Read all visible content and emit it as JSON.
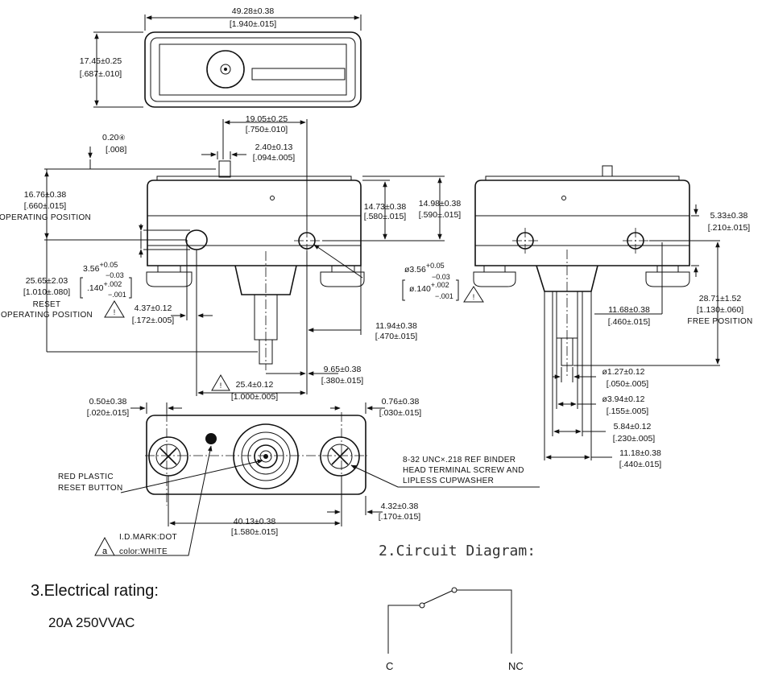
{
  "top_view": {
    "width_mm": "49.28±0.38",
    "width_in": "[1.940±.015]",
    "height_mm": "17.45±0.25",
    "height_in": "[.687±.010]"
  },
  "front_view": {
    "pin_spacing_mm": "19.05±0.25",
    "pin_spacing_in": "[.750±.010]",
    "plunger_mm": "2.40±0.13",
    "plunger_in": "[.094±.005]",
    "flat_mm": "0.20",
    "flat_symbol": "④",
    "flat_in": "[.008]",
    "op_pos_mm": "16.76±0.38",
    "op_pos_in": "[.660±.015]",
    "op_pos_label": "OPERATING POSITION",
    "body_h1_mm": "14.73±0.38",
    "body_h1_in": "[.580±.015]",
    "body_h2_mm": "14.98±0.38",
    "body_h2_in": "[.590±.015]",
    "hole_left_mm_base": "3.56",
    "hole_left_mm_tol_plus": "+0.05",
    "hole_left_mm_tol_minus": "−0.03",
    "hole_left_in_base": ".140",
    "hole_left_in_tol_plus": "+.002",
    "hole_left_in_tol_minus": "−.001",
    "reset_mm": "25.65±2.03",
    "reset_in": "[1.010±.080]",
    "reset_label_1": "RESET",
    "reset_label_2": "OPERATING POSITION",
    "hole_offset_mm": "4.37±0.12",
    "hole_offset_in": "[.172±.005]",
    "hole_right_mm_prefix": "ø3.56",
    "hole_right_mm_tol_plus": "+0.05",
    "hole_right_mm_tol_minus": "−0.03",
    "hole_right_in_prefix": "ø.140",
    "hole_right_in_tol_plus": "+.002",
    "hole_right_in_tol_minus": "−.001",
    "d1194_mm": "11.94±0.38",
    "d1194_in": "[.470±.015]",
    "d965_mm": "9.65±0.38",
    "d965_in": "[.380±.015]",
    "d254_mm": "25.4±0.12",
    "d254_in": "[1.000±.005]"
  },
  "side_view": {
    "d533_mm": "5.33±0.38",
    "d533_in": "[.210±.015]",
    "d1168_mm": "11.68±0.38",
    "d1168_in": "[.460±.015]",
    "free_mm": "28.71±1.52",
    "free_in": "[1.130±.060]",
    "free_label": "FREE POSITION",
    "d127_mm": "ø1.27±0.12",
    "d127_in": "[.050±.005]",
    "d394_mm": "ø3.94±0.12",
    "d394_in": "[.155±.005]",
    "d584_mm": "5.84±0.12",
    "d584_in": "[.230±.005]",
    "d1118_mm": "11.18±0.38",
    "d1118_in": "[.440±.015]"
  },
  "bottom_view": {
    "d050_mm": "0.50±0.38",
    "d050_in": "[.020±.015]",
    "d076_mm": "0.76±0.38",
    "d076_in": "[.030±.015]",
    "d4013_mm": "40.13±0.38",
    "d4013_in": "[1.580±.015]",
    "d432_mm": "4.32±0.38",
    "d432_in": "[.170±.015]",
    "reset_note_1": "RED PLASTIC",
    "reset_note_2": "RESET BUTTON",
    "screw_note_1": "8-32 UNC×.218 REF BINDER",
    "screw_note_2": "HEAD TERMINAL SCREW AND",
    "screw_note_3": "LIPLESS CUPWASHER",
    "id_mark_1": "I.D.MARK:DOT",
    "id_mark_2": "color:WHITE",
    "warn_letter": "a"
  },
  "sections": {
    "circuit_title": "2.Circuit Diagram:",
    "electrical_title": "3.Electrical rating:",
    "electrical_value": "20A 250VVAC"
  },
  "circuit": {
    "label_c": "C",
    "label_nc": "NC"
  }
}
